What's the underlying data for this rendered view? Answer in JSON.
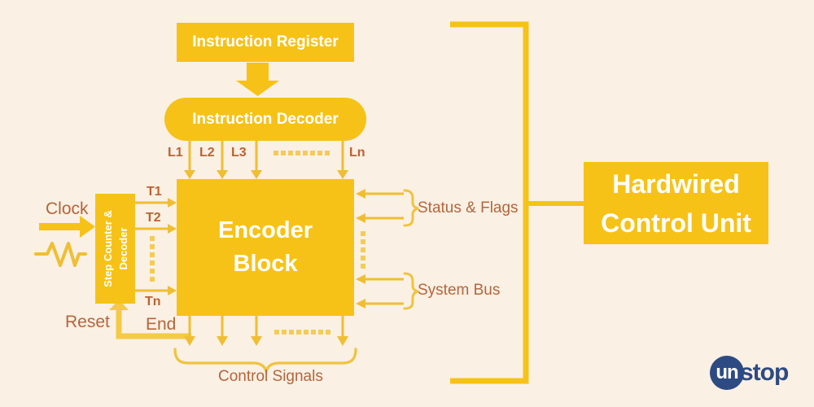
{
  "palette": {
    "background": "#FAF0E4",
    "box_yellow": "#F7C217",
    "line_yellow": "#F0BE33",
    "light_yellow": "#F5CA45",
    "dot_yellow": "#F4CC55",
    "label_brown": "#B5653B",
    "signal_brown": "#BE6130",
    "text_white": "#FFFFFF",
    "logo_navy": "#2D4B82"
  },
  "nodes": {
    "instruction_register": {
      "label": "Instruction Register"
    },
    "instruction_decoder": {
      "label": "Instruction Decoder"
    },
    "encoder_block": {
      "line1": "Encoder",
      "line2": "Block"
    },
    "step_counter": {
      "line1": "Step Counter &",
      "line2": "Decoder"
    },
    "hardwired_unit": {
      "line1": "Hardwired",
      "line2": "Control Unit"
    }
  },
  "signals": {
    "decoder_outputs": [
      "L1",
      "L2",
      "L3",
      "Ln"
    ],
    "timing": [
      "T1",
      "T2",
      "Tn"
    ],
    "clock": "Clock",
    "reset": "Reset",
    "end": "End",
    "control_signals": "Control Signals",
    "status_flags": "Status & Flags",
    "system_bus": "System Bus"
  },
  "logo": {
    "prefix": "un",
    "suffix": "stop"
  }
}
